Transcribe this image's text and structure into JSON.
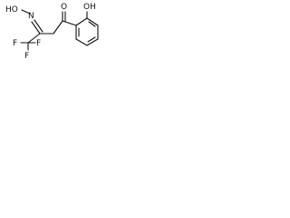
{
  "molecule": {
    "labels": {
      "oxime": "HO",
      "oxime_n": "N",
      "phenol": "OH",
      "ketone_o": "O",
      "f_left": "F",
      "f_right": "F",
      "f_bottom": "F"
    }
  }
}
